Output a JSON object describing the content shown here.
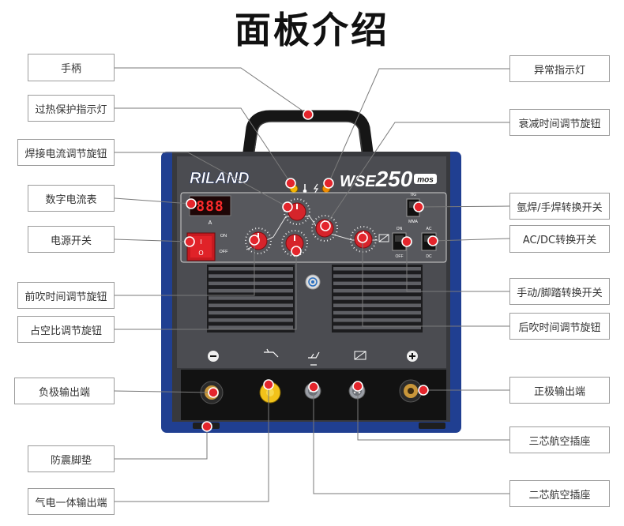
{
  "title": "面板介绍",
  "machine": {
    "brand": "RILAND",
    "model_series": "WSE",
    "model_number": "250",
    "model_suffix": "mos",
    "display_value": "888",
    "ammeter_unit": "A",
    "power_on": "ON",
    "power_off": "OFF",
    "power_switch_i": "I",
    "power_switch_o": "O",
    "tig": "TIG",
    "mma": "MMA",
    "manual_on": "ON",
    "manual_off": "OFF",
    "ac": "AC",
    "dc": "DC",
    "negative_icon": "minus-icon",
    "positive_icon": "plus-icon"
  },
  "labels": {
    "left": [
      "手柄",
      "过热保护指示灯",
      "焊接电流调节旋钮",
      "数字电流表",
      "电源开关",
      "前吹时间调节旋钮",
      "占空比调节旋钮",
      "负极输出端",
      "防震脚垫",
      "气电一体输出端"
    ],
    "right": [
      "异常指示灯",
      "衰减时间调节旋钮",
      "氩焊/手焊转换开关",
      "AC/DC转换开关",
      "手动/脚踏转换开关",
      "后吹时间调节旋钮",
      "正极输出端",
      "三芯航空插座",
      "二芯航空插座"
    ]
  },
  "colors": {
    "callout_dot": "#e4252c",
    "frame_blue": "#203f91",
    "knob_red": "#d6242b"
  }
}
